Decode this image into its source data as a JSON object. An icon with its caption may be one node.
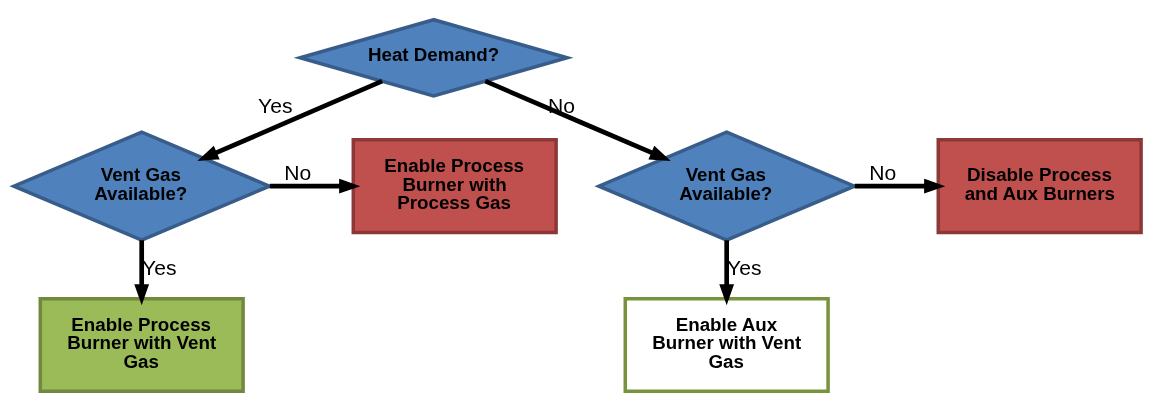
{
  "diagram": {
    "nodes": [
      {
        "text": [
          "Heat Demand?"
        ]
      },
      {
        "text": [
          "Vent Gas Available?"
        ]
      },
      {
        "text": [
          "Vent Gas Available?"
        ]
      },
      {
        "text": [
          "Enable Process Burner with Process Gas"
        ]
      },
      {
        "text": [
          "Enable Process Burner with Vent Gas"
        ]
      },
      {
        "text": [
          "Enable Aux Burner with Vent Gas"
        ]
      },
      {
        "text": [
          "Disable Process and Aux Burners"
        ]
      }
    ],
    "edges": [
      {
        "from": 0,
        "to": 1,
        "arrow": "to",
        "label": "Yes"
      },
      {
        "from": 0,
        "to": 2,
        "arrow": "to",
        "label": "No"
      },
      {
        "from": 1,
        "to": 3,
        "arrow": "to",
        "label": "No"
      },
      {
        "from": 1,
        "to": 4,
        "arrow": "to",
        "label": "Yes"
      },
      {
        "from": 2,
        "to": 5,
        "arrow": "to",
        "label": "Yes"
      },
      {
        "from": 2,
        "to": 6,
        "arrow": "to",
        "label": "No"
      }
    ]
  }
}
